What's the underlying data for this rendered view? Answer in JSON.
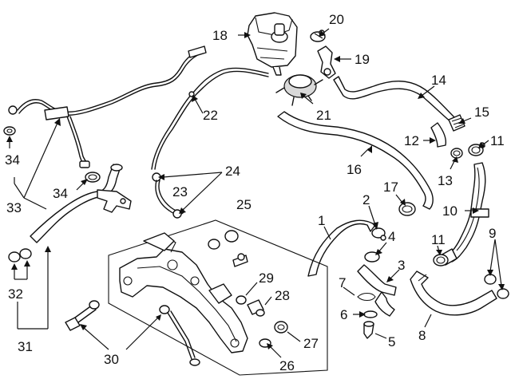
{
  "callouts": [
    {
      "id": "c1",
      "text": "1"
    },
    {
      "id": "c2",
      "text": "2"
    },
    {
      "id": "c3",
      "text": "3"
    },
    {
      "id": "c4",
      "text": "4"
    },
    {
      "id": "c5",
      "text": "5"
    },
    {
      "id": "c6",
      "text": "6"
    },
    {
      "id": "c7",
      "text": "7"
    },
    {
      "id": "c8",
      "text": "8"
    },
    {
      "id": "c9",
      "text": "9"
    },
    {
      "id": "c10",
      "text": "10"
    },
    {
      "id": "c11a",
      "text": "11"
    },
    {
      "id": "c11b",
      "text": "11"
    },
    {
      "id": "c12",
      "text": "12"
    },
    {
      "id": "c13",
      "text": "13"
    },
    {
      "id": "c14",
      "text": "14"
    },
    {
      "id": "c15",
      "text": "15"
    },
    {
      "id": "c16",
      "text": "16"
    },
    {
      "id": "c17",
      "text": "17"
    },
    {
      "id": "c18",
      "text": "18"
    },
    {
      "id": "c19",
      "text": "19"
    },
    {
      "id": "c20",
      "text": "20"
    },
    {
      "id": "c21",
      "text": "21"
    },
    {
      "id": "c22",
      "text": "22"
    },
    {
      "id": "c23",
      "text": "23"
    },
    {
      "id": "c24",
      "text": "24"
    },
    {
      "id": "c25",
      "text": "25"
    },
    {
      "id": "c26",
      "text": "26"
    },
    {
      "id": "c27",
      "text": "27"
    },
    {
      "id": "c28",
      "text": "28"
    },
    {
      "id": "c29",
      "text": "29"
    },
    {
      "id": "c30",
      "text": "30"
    },
    {
      "id": "c31",
      "text": "31"
    },
    {
      "id": "c32",
      "text": "32"
    },
    {
      "id": "c33",
      "text": "33"
    },
    {
      "id": "c34a",
      "text": "34"
    },
    {
      "id": "c34b",
      "text": "34"
    }
  ]
}
